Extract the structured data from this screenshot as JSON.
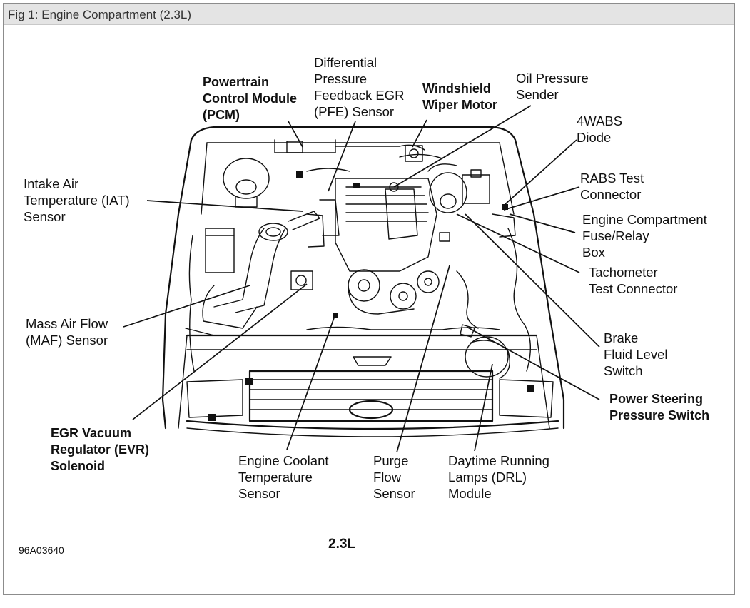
{
  "figure": {
    "title": "Fig 1: Engine Compartment (2.3L)",
    "caption": "2.3L",
    "code": "96A03640"
  },
  "labels": {
    "pcm": "Powertrain\nControl Module\n(PCM)",
    "pfe": "Differential\nPressure\nFeedback EGR\n(PFE) Sensor",
    "wiper": "Windshield\nWiper Motor",
    "oil": "Oil Pressure\nSender",
    "abs_diode": "4WABS\nDiode",
    "rabs": "RABS Test\nConnector",
    "fuse": "Engine Compartment\nFuse/Relay\nBox",
    "tach": "Tachometer\nTest Connector",
    "brake": "Brake\nFluid Level\nSwitch",
    "psps": "Power Steering\nPressure Switch",
    "drl": "Daytime Running\nLamps (DRL)\nModule",
    "purge": "Purge\nFlow\nSensor",
    "ect": "Engine Coolant\nTemperature\nSensor",
    "evr": "EGR Vacuum\nRegulator (EVR)\nSolenoid",
    "maf": "Mass Air Flow\n(MAF) Sensor",
    "iat": "Intake Air\nTemperature (IAT)\nSensor"
  },
  "colors": {
    "ink": "#111111",
    "title_bar": "#e4e4e4",
    "frame_border": "#8c8c8c"
  }
}
